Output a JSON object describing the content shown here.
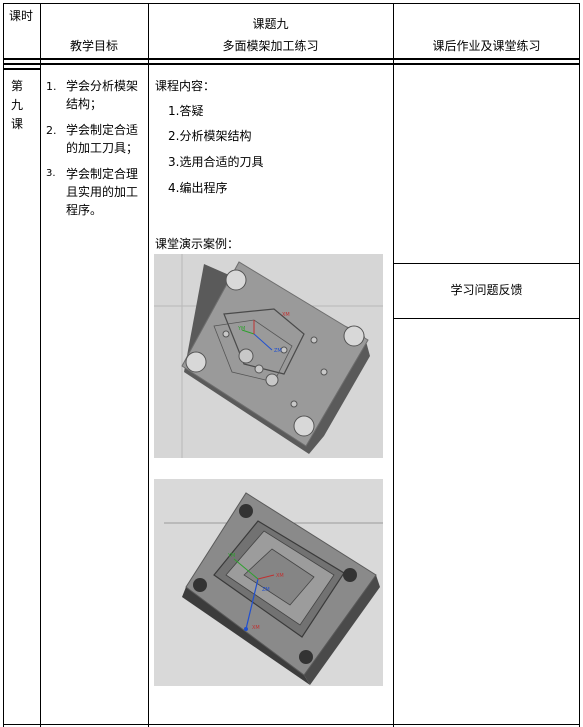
{
  "header": {
    "col1": "课时",
    "col2": "教学目标",
    "col3_line1": "课题九",
    "col3_line2": "多面模架加工练习",
    "col4": "课后作业及课堂练习"
  },
  "lesson": {
    "label_chars": [
      "第",
      "九",
      "课"
    ]
  },
  "objectives": [
    {
      "num": "1.",
      "lines": [
        "学会分析模架",
        "结构；"
      ]
    },
    {
      "num": "2.",
      "lines": [
        "学会制定合适",
        "的加工刀具；"
      ]
    },
    {
      "num": "3.",
      "lines": [
        "学会制定合理",
        "且实用的加工",
        "程序。"
      ]
    }
  ],
  "content": {
    "heading": "课程内容：",
    "items": [
      "1.答疑",
      "2.分析模架结构",
      "3.选用合适的刀具",
      "4.编出程序"
    ],
    "demo_heading": "课堂演示案例：",
    "image1_labels": [
      "XM",
      "YM",
      "ZM",
      "XM"
    ],
    "image2_labels": [
      "XM",
      "YM",
      "ZM",
      "XM"
    ]
  },
  "right": {
    "feedback_label": "学习问题反馈"
  }
}
